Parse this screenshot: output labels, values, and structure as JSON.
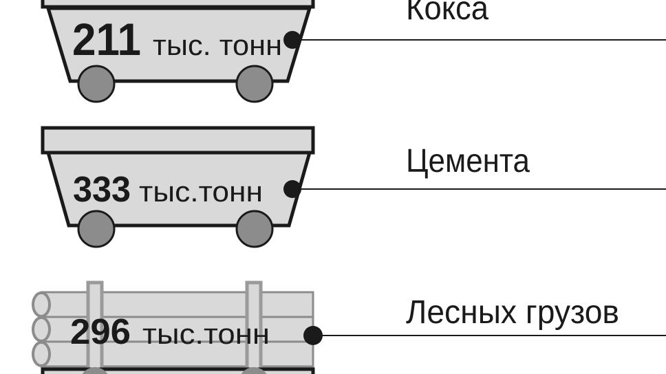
{
  "items": [
    {
      "value": "211",
      "unit": "тыс. тонн",
      "label": "Кокса"
    },
    {
      "value": "333",
      "unit": "тыс.тонн",
      "label": "Цемента"
    },
    {
      "value": "296",
      "unit": "тыс.тонн",
      "label": "Лесных грузов"
    }
  ],
  "colors": {
    "fill": "#d9d9d9",
    "wheel": "#8c8c8c",
    "stroke": "#1a1a1a",
    "post": "#9a9a9a"
  }
}
